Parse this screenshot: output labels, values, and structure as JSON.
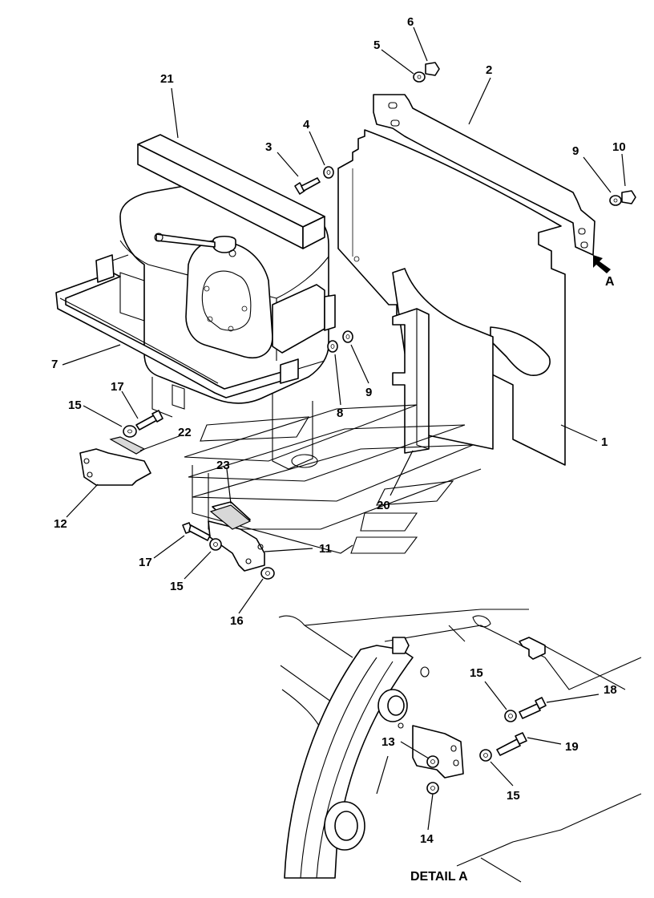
{
  "callouts": {
    "c1": "1",
    "c2": "2",
    "c3": "3",
    "c4": "4",
    "c5": "5",
    "c6": "6",
    "c7": "7",
    "c8": "8",
    "c9a": "9",
    "c9b": "9",
    "c10": "10",
    "c11": "11",
    "c12": "12",
    "c13": "13",
    "c14": "14",
    "c15a": "15",
    "c15b": "15",
    "c15c": "15",
    "c15d": "15",
    "c16": "16",
    "c17a": "17",
    "c17b": "17",
    "c18": "18",
    "c19": "19",
    "c20": "20",
    "c21": "21",
    "c22": "22",
    "c23": "23"
  },
  "view_marker": "A",
  "detail_caption": "DETAIL A"
}
